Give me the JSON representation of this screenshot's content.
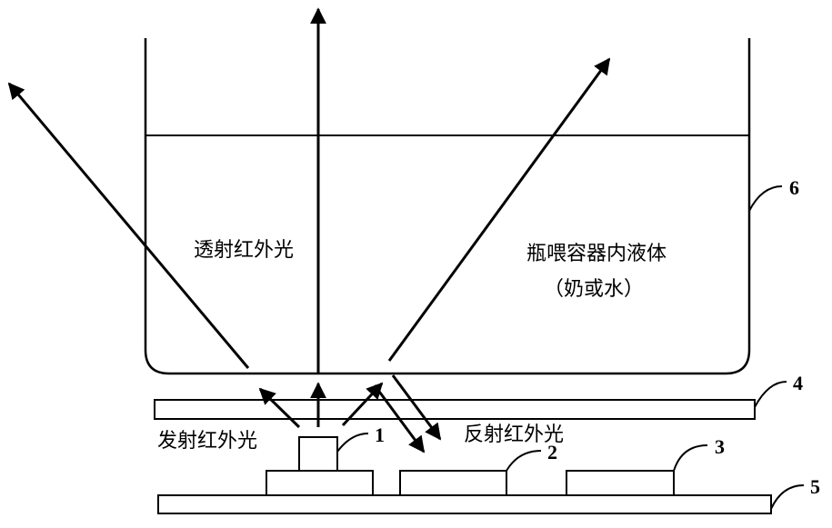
{
  "labels": {
    "transmitted": "透射红外光",
    "liquid_line1": "瓶喂容器内液体",
    "liquid_line2": "（奶或水）",
    "emitted": "发射红外光",
    "reflected": "反射红外光"
  },
  "markers": {
    "m1": "1",
    "m2": "2",
    "m3": "3",
    "m4": "4",
    "m5": "5",
    "m6": "6"
  }
}
